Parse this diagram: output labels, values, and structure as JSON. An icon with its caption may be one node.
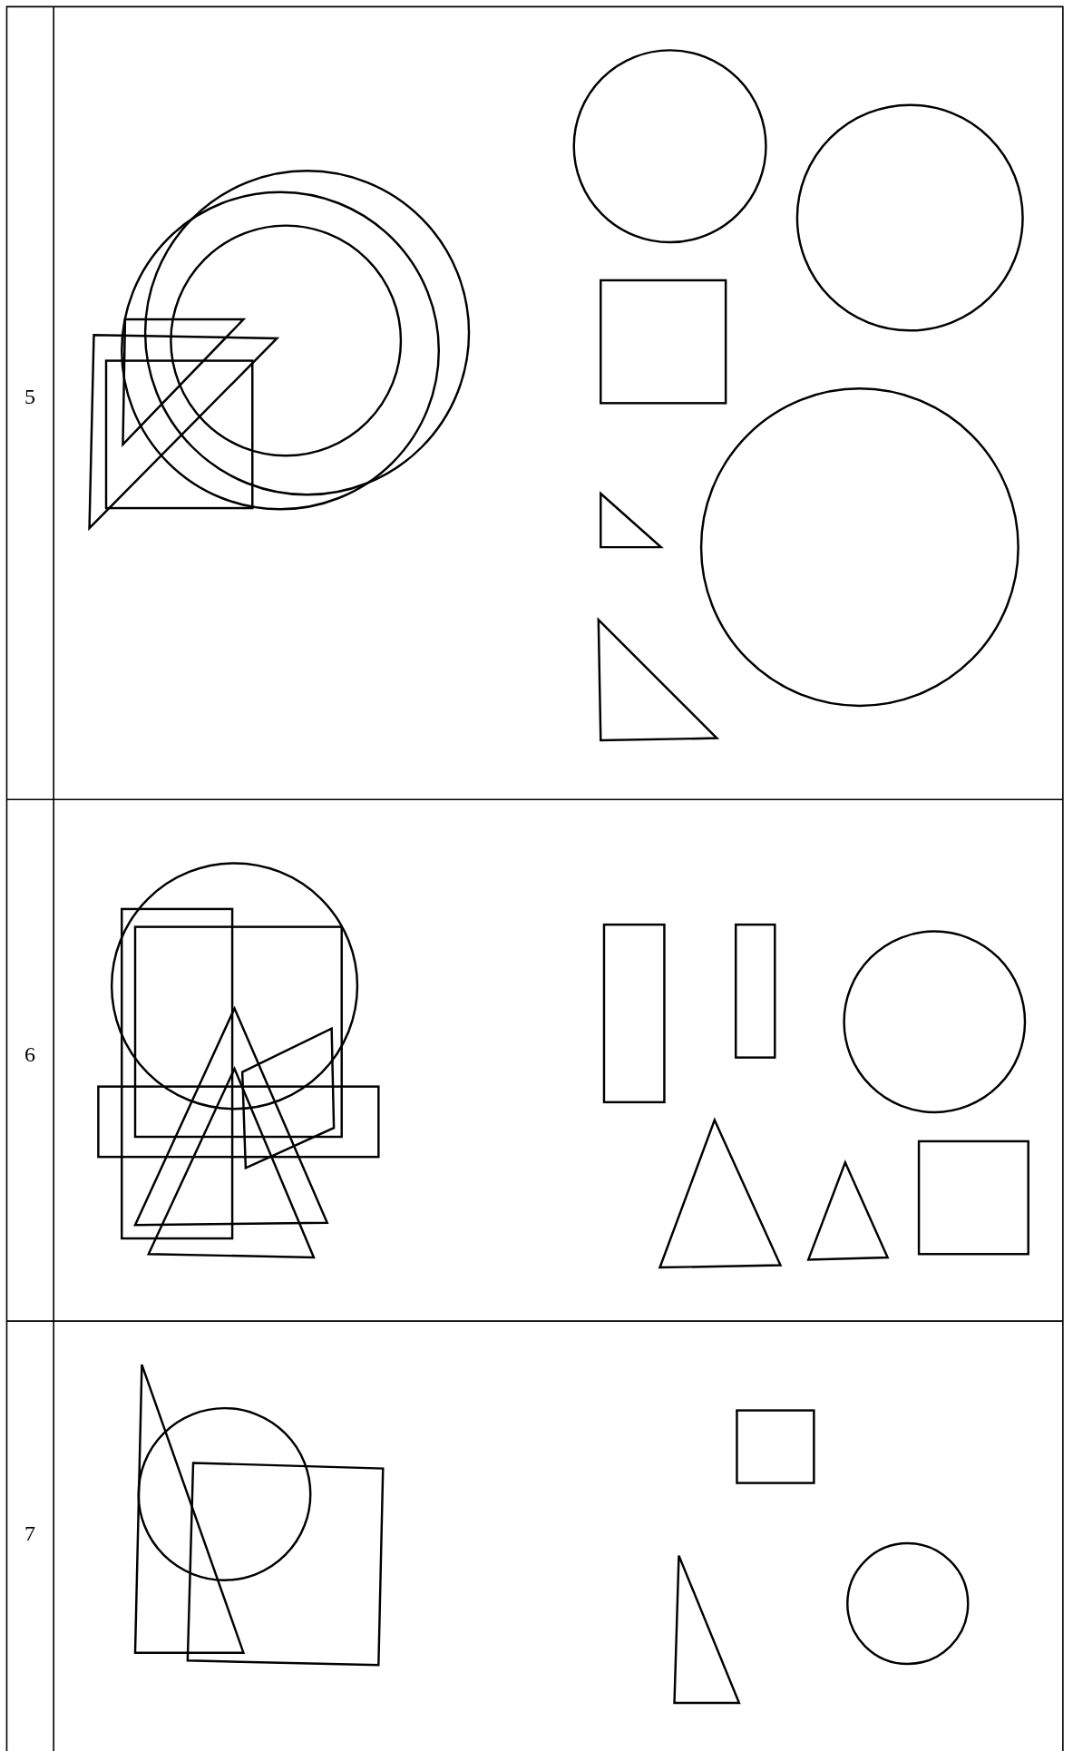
{
  "diagram": {
    "labels": [
      "5",
      "6",
      "7"
    ]
  }
}
